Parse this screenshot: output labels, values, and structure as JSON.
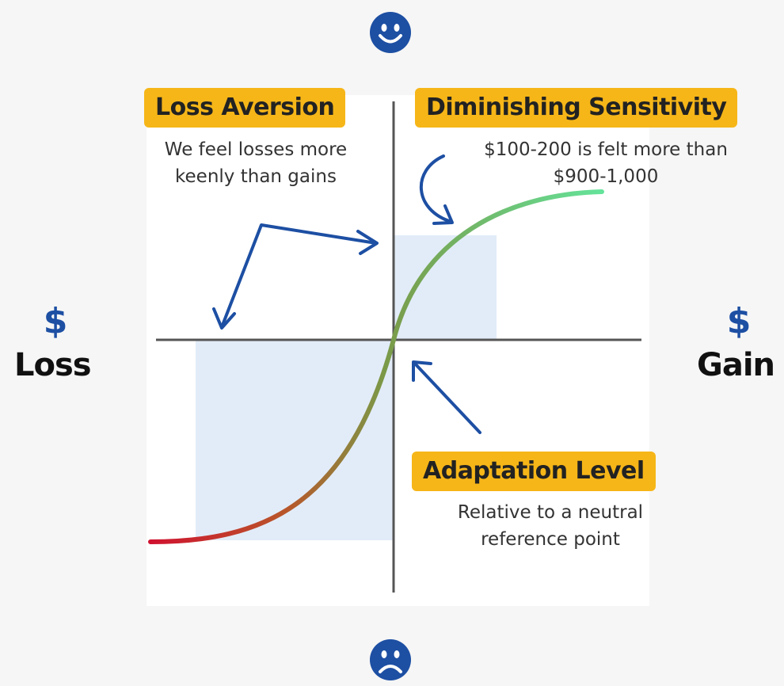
{
  "loss_aversion": {
    "title": "Loss Aversion",
    "line1": "We feel losses more",
    "line2": "keenly than gains"
  },
  "diminishing_sensitivity": {
    "title": "Diminishing Sensitivity",
    "line1": "$100-200 is felt more than",
    "line2": "$900-1,000"
  },
  "adaptation_level": {
    "title": "Adaptation Level",
    "line1": "Relative to a neutral",
    "line2": "reference point"
  },
  "axes": {
    "left_symbol": "$",
    "left_label": "Loss",
    "right_symbol": "$",
    "right_label": "Gain"
  },
  "icons": {
    "top": "happy-face-icon",
    "bottom": "sad-face-icon"
  },
  "colors": {
    "accent_blue": "#1d4fa3",
    "badge_yellow": "#f6b618",
    "shade_blue": "#e2ecf8",
    "curve_loss": "#d0122f",
    "curve_mid": "#7a9a48",
    "curve_gain": "#64e39a"
  }
}
